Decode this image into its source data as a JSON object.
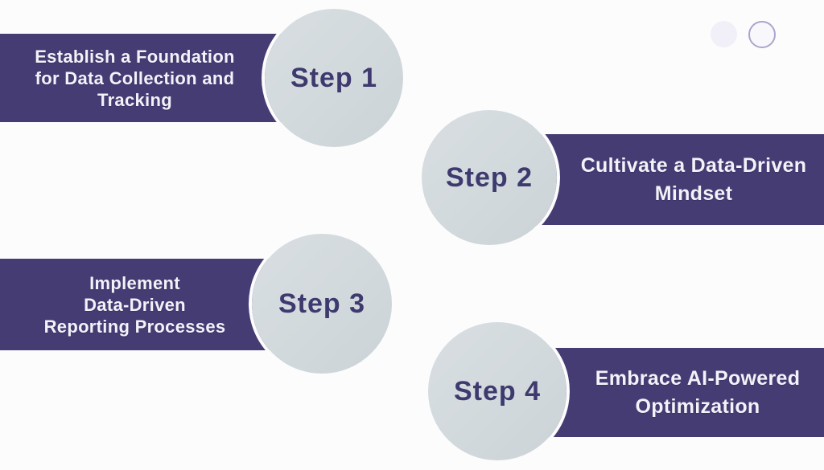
{
  "title": "Four-step data-driven marketing process diagram",
  "colors": {
    "background": "#fcfcfd",
    "banner": "#463c74",
    "banner_text": "#f3f2f8",
    "circle_fill": "#d2d9dc",
    "step_label_text": "#3e396e",
    "dot_fill": "#f1f0f8",
    "dot_outline": "#aba5cc"
  },
  "decor": {
    "dot_filled_icon": "filled-dot-icon",
    "dot_outlined_icon": "outlined-dot-icon"
  },
  "steps": [
    {
      "label": "Step 1",
      "title": "Establish a Foundation for Data Collection and Tracking",
      "lines": [
        "Establish a Foundation",
        "for Data Collection and",
        "Tracking"
      ]
    },
    {
      "label": "Step 2",
      "title": "Cultivate a Data-Driven Mindset",
      "lines": [
        "Cultivate a Data-Driven",
        "Mindset"
      ]
    },
    {
      "label": "Step 3",
      "title": "Implement Data-Driven Reporting Processes",
      "lines": [
        "Implement",
        "Data-Driven",
        "Reporting Processes"
      ]
    },
    {
      "label": "Step 4",
      "title": "Embrace AI-Powered Optimization",
      "lines": [
        "Embrace AI-Powered",
        "Optimization"
      ]
    }
  ]
}
